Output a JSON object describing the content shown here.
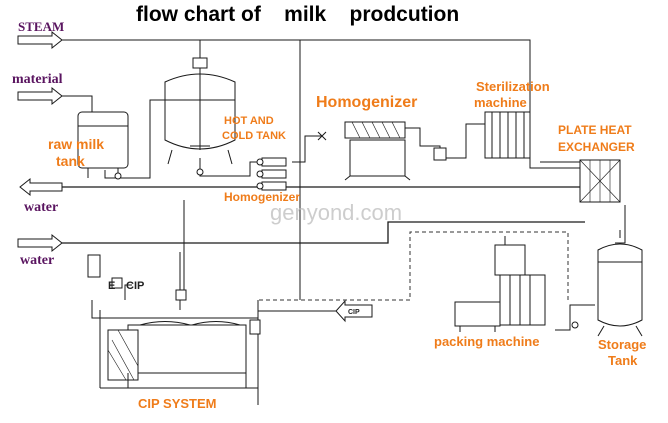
{
  "title": "flow chart of    milk    prodcution",
  "colors": {
    "label": "#ef7c1a",
    "source": "#5a1560",
    "line": "#1a1a1a",
    "title": "#000000"
  },
  "sources": {
    "steam": "STEAM",
    "material": "material",
    "water_out": "water",
    "water_in": "water"
  },
  "equipment": {
    "raw_milk_tank_1": "raw milk",
    "raw_milk_tank_2": "tank",
    "hot_cold_tank_1": "HOT AND",
    "hot_cold_tank_2": "COLD TANK",
    "homogenizer_main": "Homogenizer",
    "homogenizer_small": "Homogenizer",
    "sterilization_1": "Sterilization",
    "sterilization_2": "machine",
    "plate_heat_1": "PLATE HEAT",
    "plate_heat_2": "EXCHANGER",
    "storage_1": "Storage",
    "storage_2": "Tank",
    "packing": "packing machine",
    "cip_system": "CIP SYSTEM"
  },
  "small_labels": {
    "cip_top": "CIP",
    "e_mark": "E",
    "cip_tag": "CIP"
  },
  "watermark": "genyond.com"
}
